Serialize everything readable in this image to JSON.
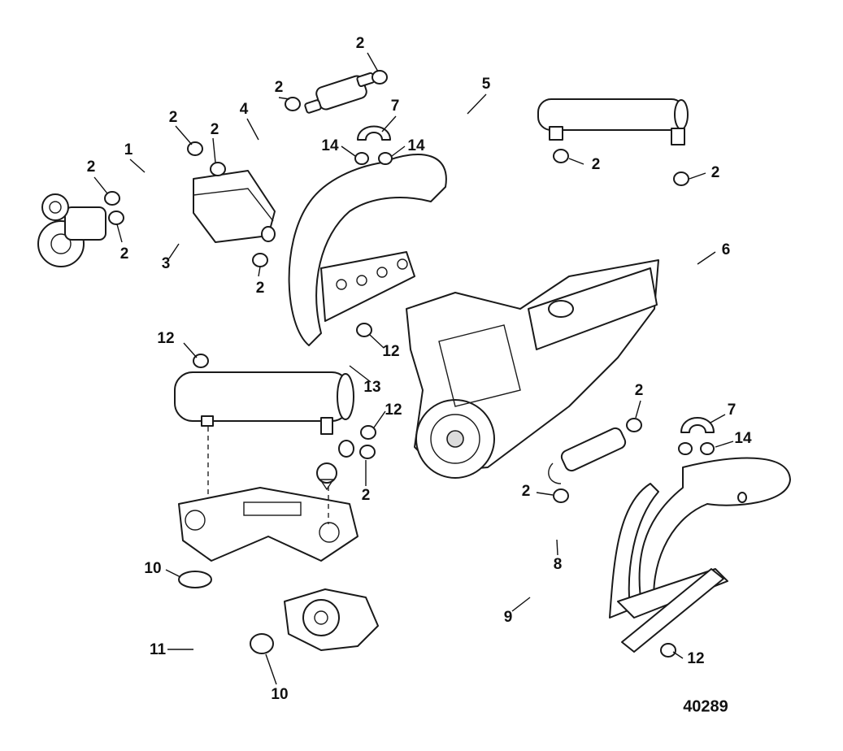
{
  "diagram": {
    "figure_number": "40289",
    "callouts": [
      "1",
      "2",
      "3",
      "4",
      "5",
      "6",
      "7",
      "8",
      "9",
      "10",
      "11",
      "12",
      "13",
      "14"
    ]
  }
}
